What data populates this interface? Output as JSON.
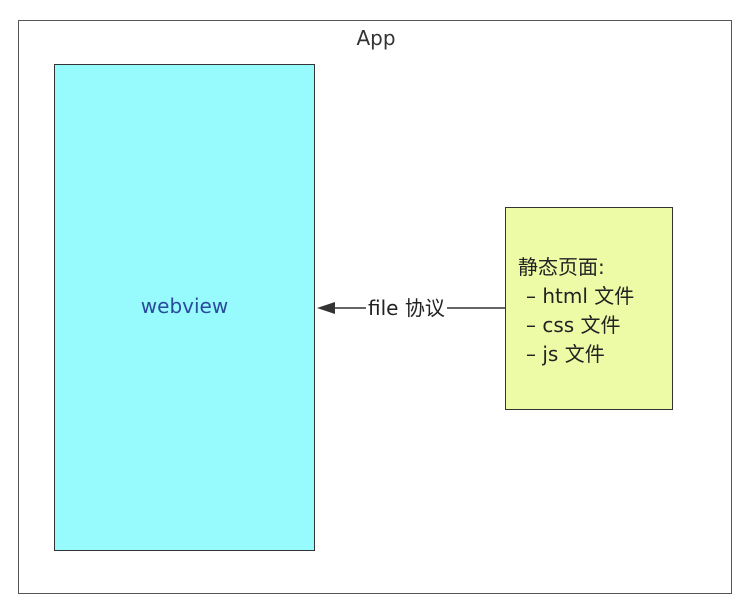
{
  "diagram": {
    "app_label": "App",
    "webview_label": "webview",
    "arrow_label": "file 协议",
    "static_title": "静态页面:",
    "static_items": [
      "– html 文件",
      "– css 文件",
      "– js 文件"
    ],
    "colors": {
      "webview_fill": "#97fbfe",
      "static_fill": "#eefba6",
      "border": "#333333",
      "label_blue": "#2a4a9c"
    }
  }
}
